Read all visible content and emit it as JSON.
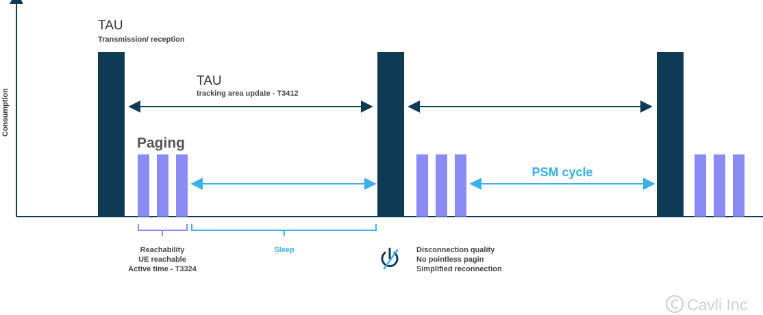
{
  "axis": {
    "y_label": "Consumption"
  },
  "tau_block": {
    "title": "TAU",
    "subtitle": "Transmission/ reception"
  },
  "tau_period": {
    "title": "TAU",
    "subtitle": "tracking area update - T3412"
  },
  "paging": {
    "title": "Paging"
  },
  "psm": {
    "label": "PSM cycle"
  },
  "reachability": {
    "line1": "Reachability",
    "line2": "UE reachable",
    "line3": "Active time - T3324"
  },
  "sleep": {
    "label": "Sleep"
  },
  "disconnection": {
    "icon": "power-off-icon",
    "line1": "Disconnection quality",
    "line2": "No pointless pagin",
    "line3": "Simplified reconnection"
  },
  "watermark": {
    "text": "Cavli Inc",
    "icon": "copyright-icon"
  },
  "colors": {
    "tau_bar": "#0e3a56",
    "paging_bar": "#8a8cf4",
    "dark_arrow": "#0e3a56",
    "light_arrow": "#3bb0e6",
    "reach_bracket": "#8a8cf4",
    "sleep_bracket": "#3bb0e6",
    "text_dark": "#333333",
    "text_gray": "#555555",
    "watermark": "#cfcfcf"
  }
}
